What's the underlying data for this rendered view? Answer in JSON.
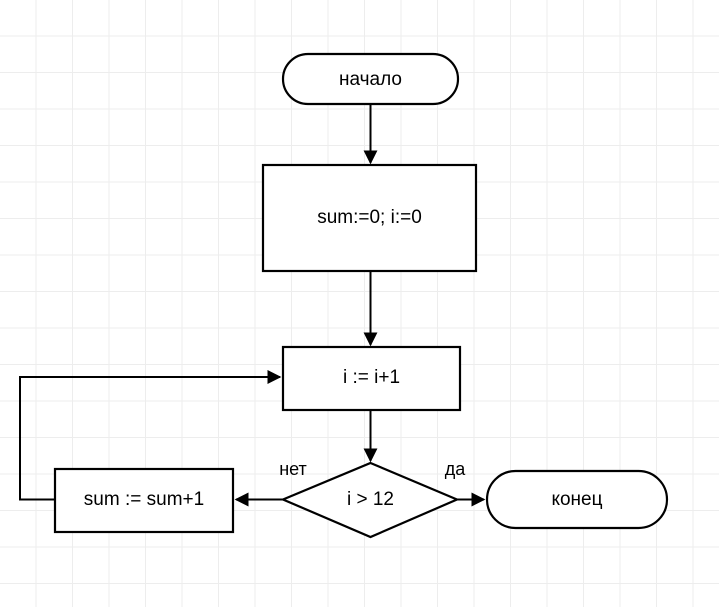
{
  "diagram": {
    "title": "",
    "type": "flowchart",
    "language": "ru",
    "colors": {
      "stroke": "#000000",
      "fill": "#ffffff",
      "background": "#ffffff",
      "grid_minor": "#ededed",
      "grid_major": "#e2e2e2"
    },
    "nodes": [
      {
        "id": "start",
        "shape": "terminator",
        "label": "начало"
      },
      {
        "id": "init",
        "shape": "process",
        "label": "sum:=0; i:=0"
      },
      {
        "id": "increment",
        "shape": "process",
        "label": "i := i+1"
      },
      {
        "id": "condition",
        "shape": "decision",
        "label": "i > 12"
      },
      {
        "id": "accumulate",
        "shape": "process",
        "label": "sum := sum+1"
      },
      {
        "id": "end",
        "shape": "terminator",
        "label": "конец"
      }
    ],
    "edges": [
      {
        "id": "start-to-init",
        "from": "start",
        "to": "init",
        "label": ""
      },
      {
        "id": "init-to-increment",
        "from": "init",
        "to": "increment",
        "label": ""
      },
      {
        "id": "increment-to-condition",
        "from": "increment",
        "to": "condition",
        "label": ""
      },
      {
        "id": "condition-to-accumulate",
        "from": "condition",
        "to": "accumulate",
        "label": "нет"
      },
      {
        "id": "condition-to-end",
        "from": "condition",
        "to": "end",
        "label": "да"
      },
      {
        "id": "accumulate-to-increment",
        "from": "accumulate",
        "to": "increment",
        "label": ""
      }
    ]
  }
}
